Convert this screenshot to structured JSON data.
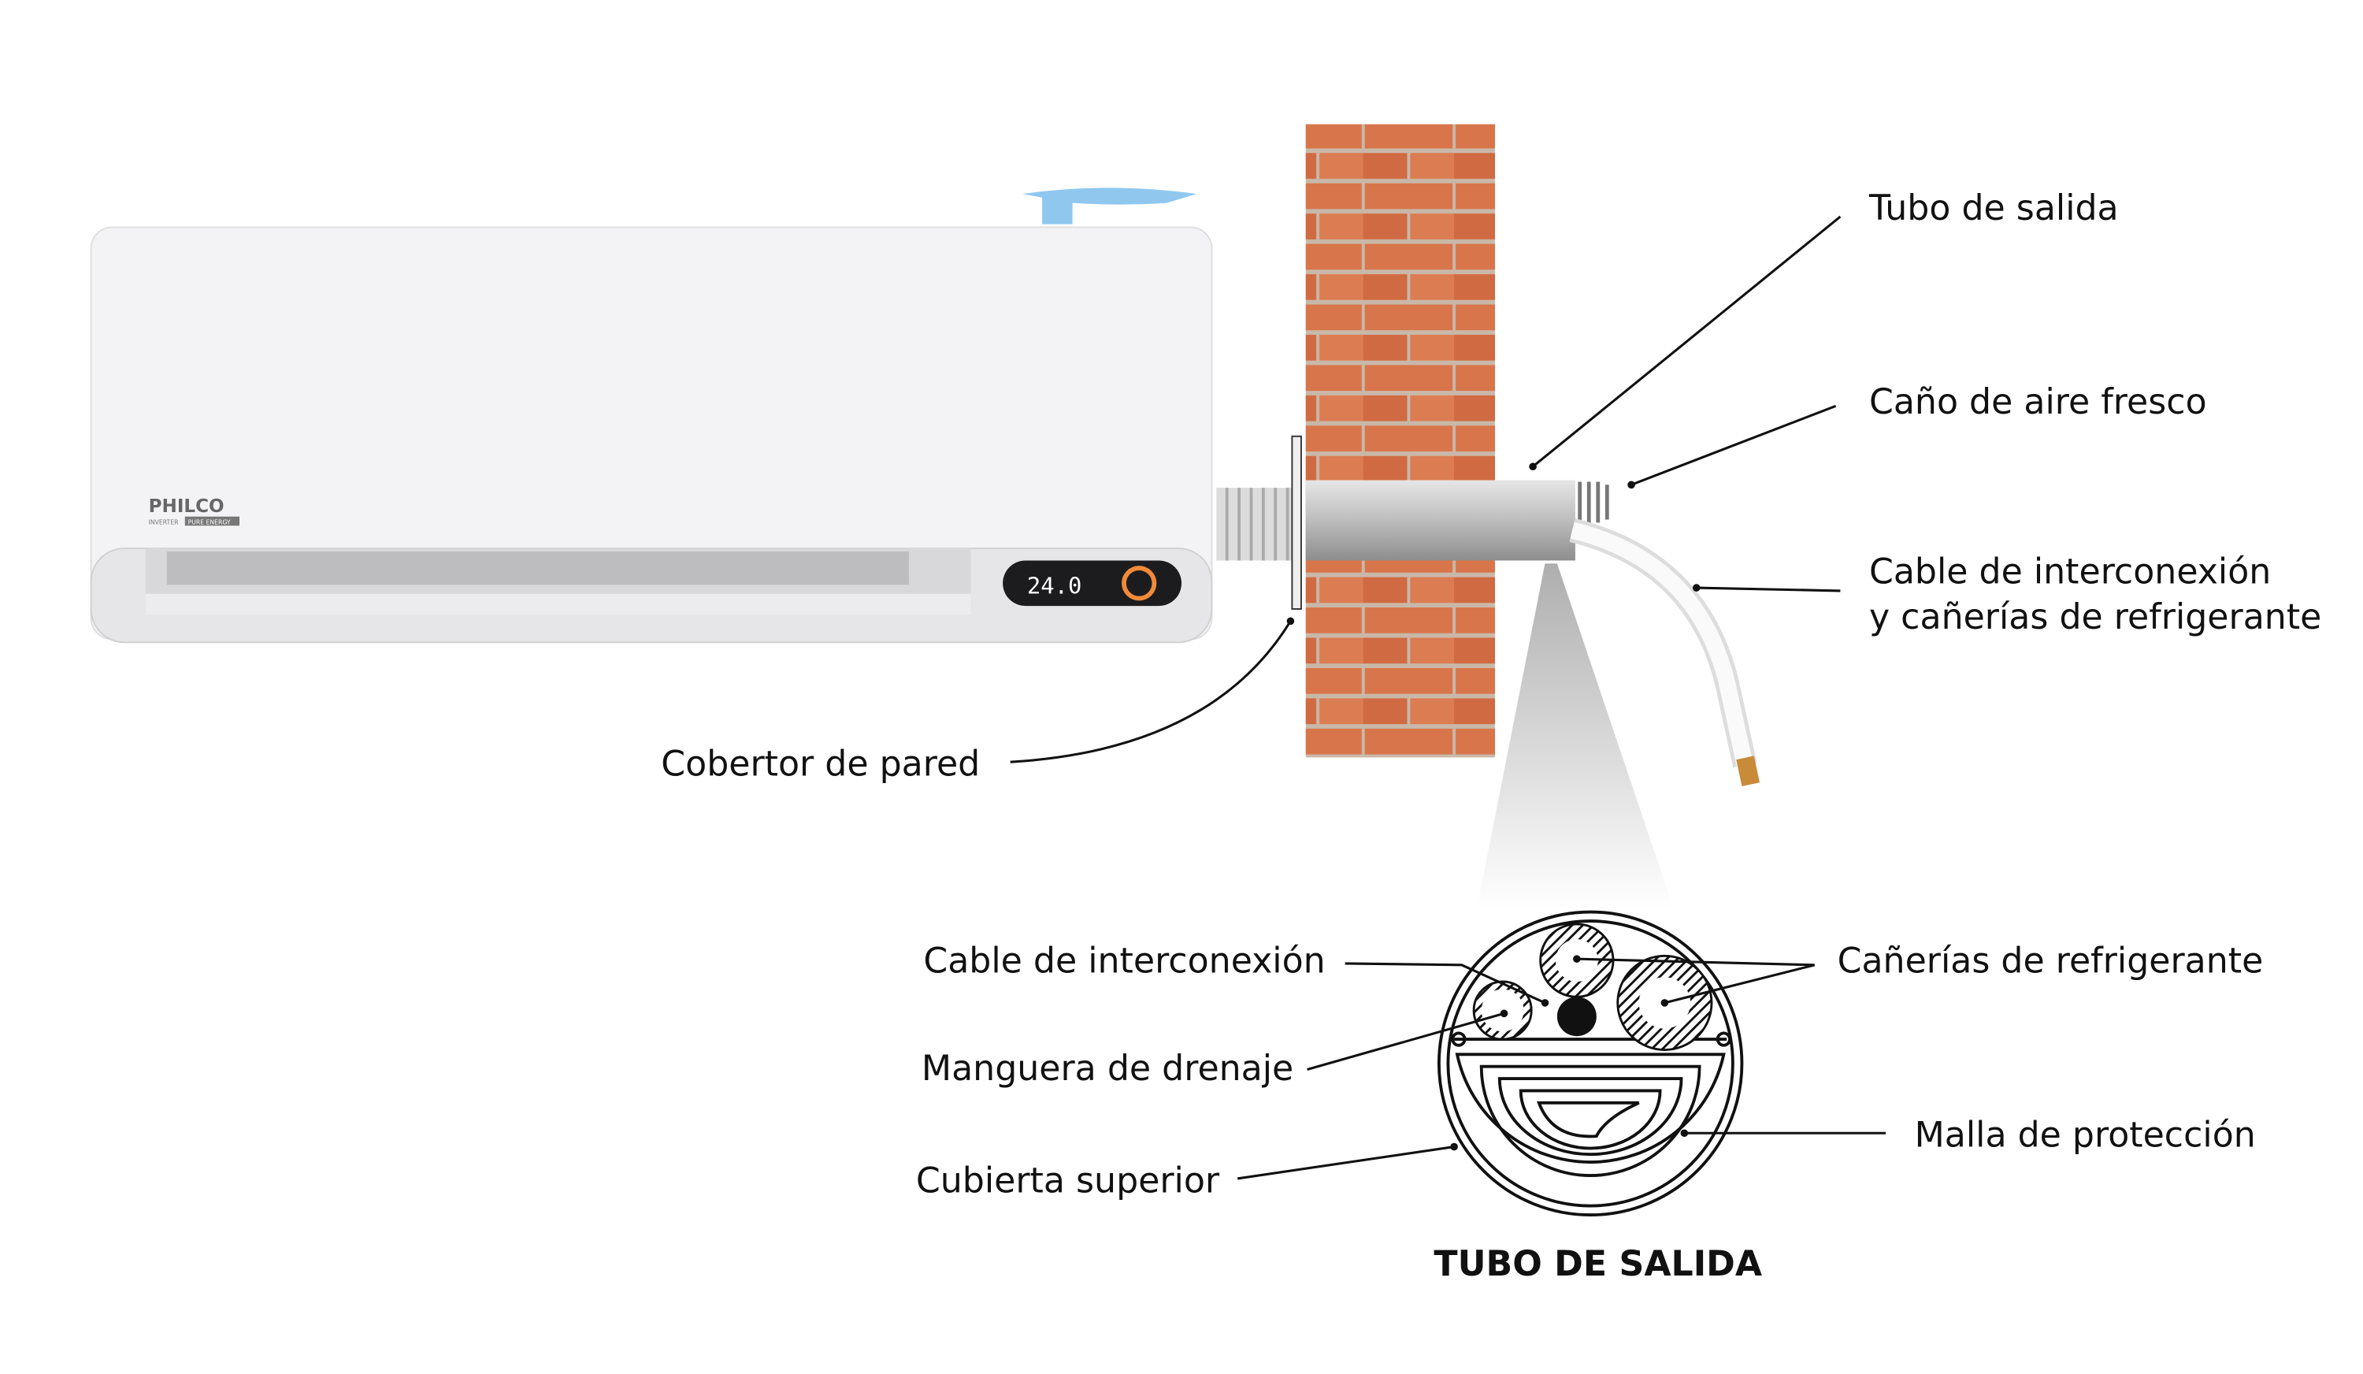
{
  "unit": {
    "brand": "PHILCO",
    "brand_sub_1": "INVERTER",
    "brand_sub_2": "PURE ENERGY",
    "display_temp": "24.0"
  },
  "labels": {
    "outlet_tube": "Tubo de salida",
    "fresh_air_pipe": "Caño de aire fresco",
    "interconnect_line1": "Cable de interconexión",
    "interconnect_line2": "y cañerías de refrigerante",
    "wall_cover": "Cobertor de pared"
  },
  "cross_section": {
    "title": "TUBO DE SALIDA",
    "interconnect_cable": "Cable de interconexión",
    "drain_hose": "Manguera de drenaje",
    "top_cover": "Cubierta superior",
    "refrigerant_pipes": "Cañerías de refrigerante",
    "protection_mesh": "Malla de protección"
  },
  "colors": {
    "brick": "#d8754b",
    "mortar": "#c9b8a8",
    "tube": "#b9b9b9",
    "accent_blue": "#8fc7ef"
  }
}
